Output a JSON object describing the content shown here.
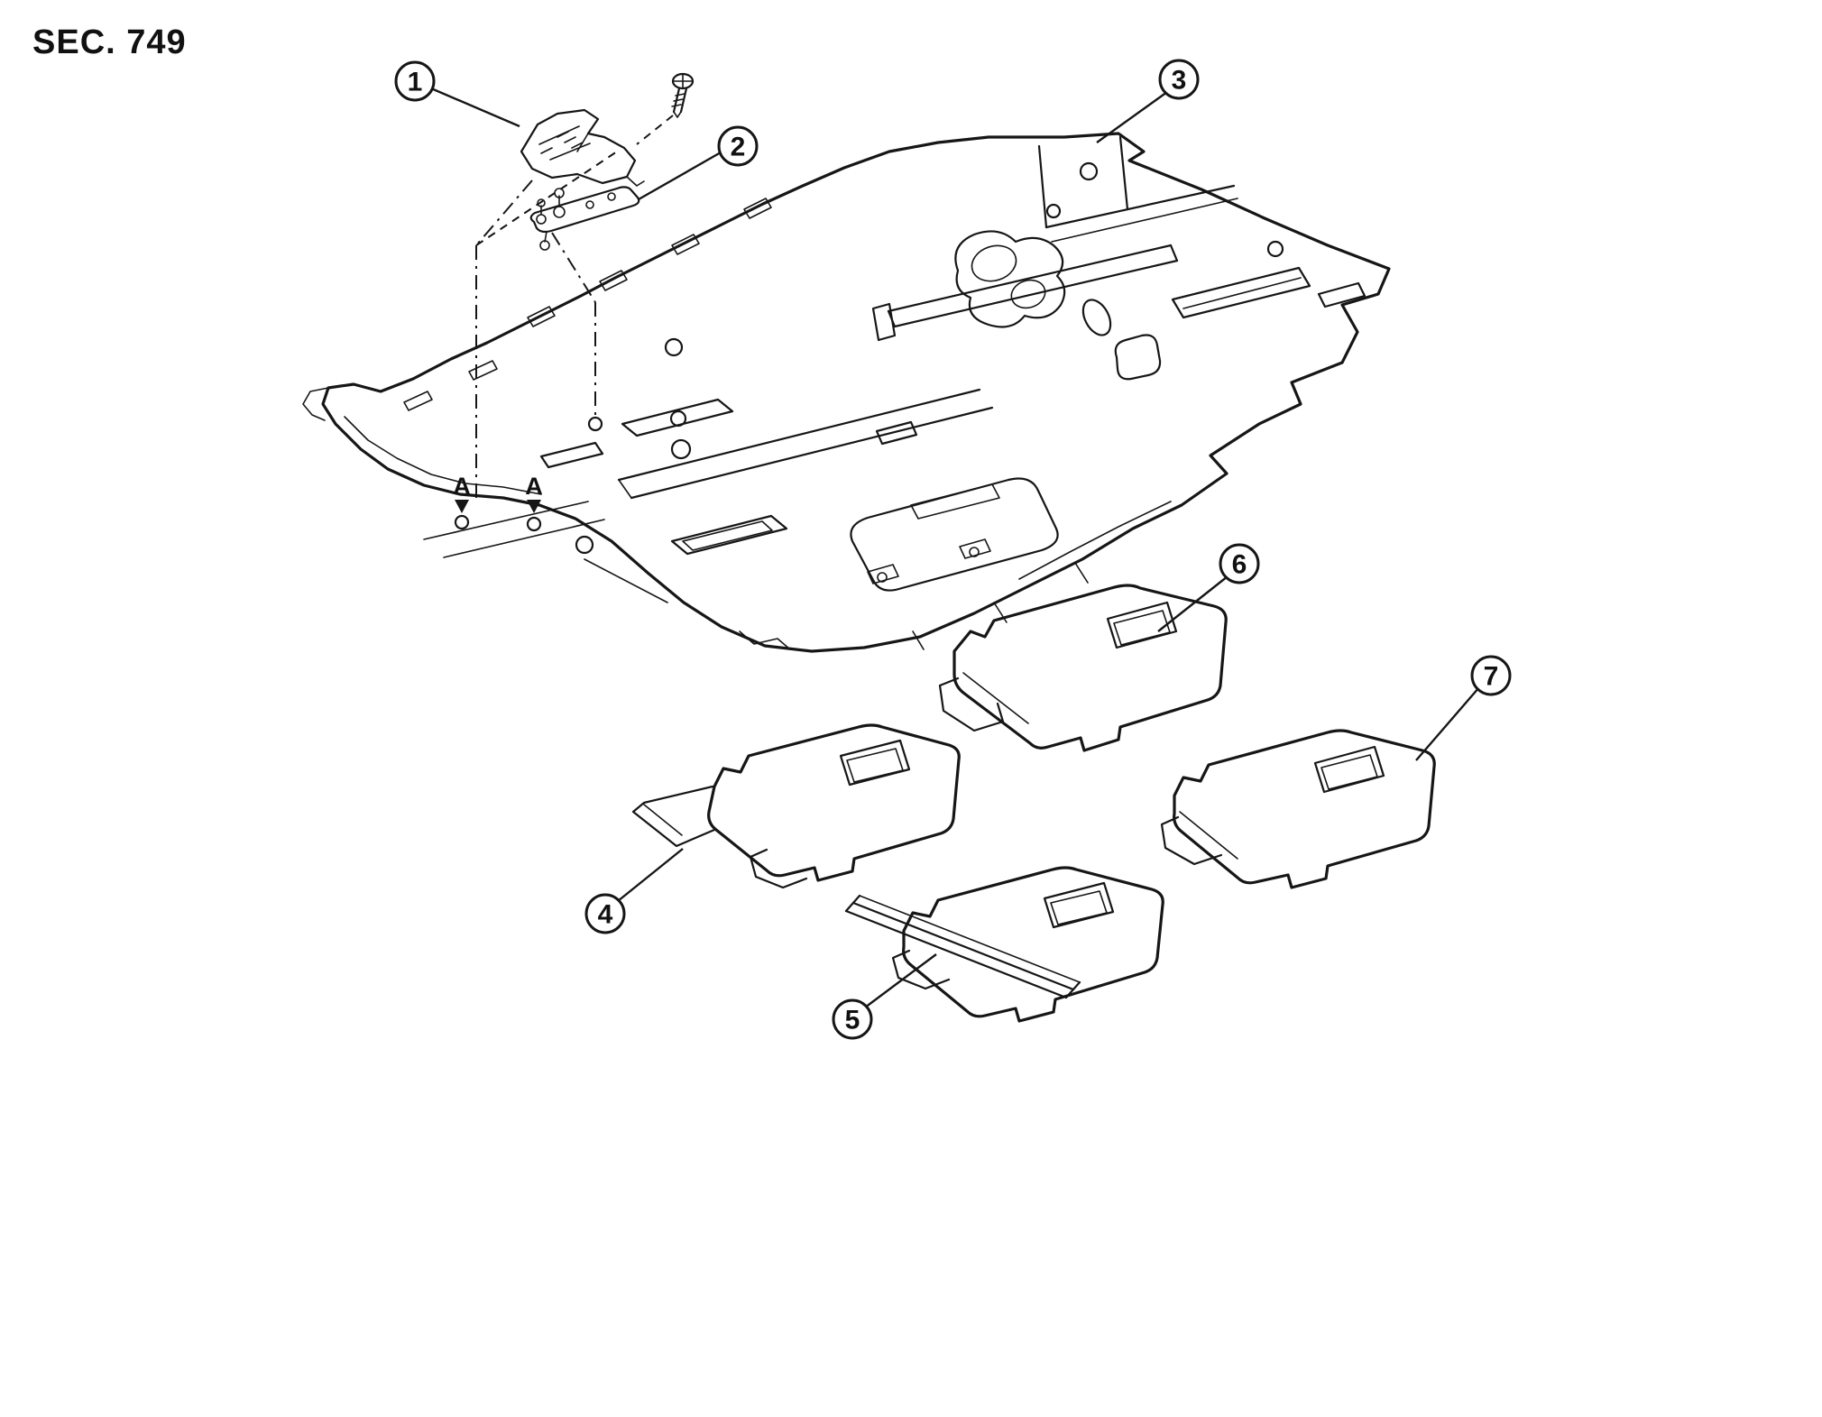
{
  "page": {
    "title": "SEC. 749"
  },
  "diagram": {
    "ink_color": "#161616",
    "background_color": "#ffffff",
    "callouts": [
      {
        "num": "1"
      },
      {
        "num": "2"
      },
      {
        "num": "3"
      },
      {
        "num": "4"
      },
      {
        "num": "5"
      },
      {
        "num": "6"
      },
      {
        "num": "7"
      }
    ],
    "section_marks": {
      "left": "A",
      "right": "A"
    }
  }
}
